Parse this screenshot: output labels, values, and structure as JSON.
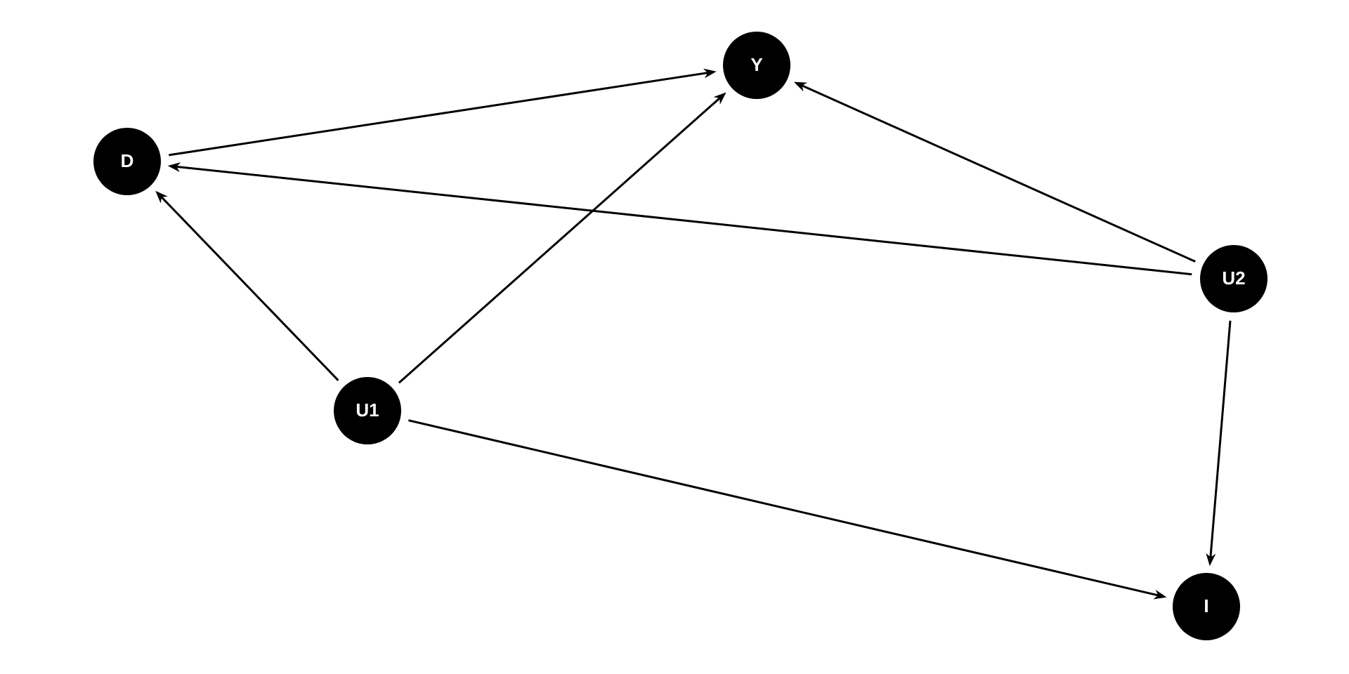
{
  "diagram": {
    "background": "#ffffff",
    "node_color": "#000000",
    "label_color": "#ffffff",
    "edge_color": "#000000",
    "nodes": [
      {
        "id": "Y",
        "label": "Y"
      },
      {
        "id": "D",
        "label": "D"
      },
      {
        "id": "U2",
        "label": "U2"
      },
      {
        "id": "U1",
        "label": "U1"
      },
      {
        "id": "I",
        "label": "I"
      }
    ],
    "edges": [
      {
        "from": "D",
        "to": "Y"
      },
      {
        "from": "U1",
        "to": "Y"
      },
      {
        "from": "U2",
        "to": "Y"
      },
      {
        "from": "U2",
        "to": "D"
      },
      {
        "from": "U1",
        "to": "D"
      },
      {
        "from": "U2",
        "to": "I"
      },
      {
        "from": "U1",
        "to": "I"
      }
    ]
  }
}
